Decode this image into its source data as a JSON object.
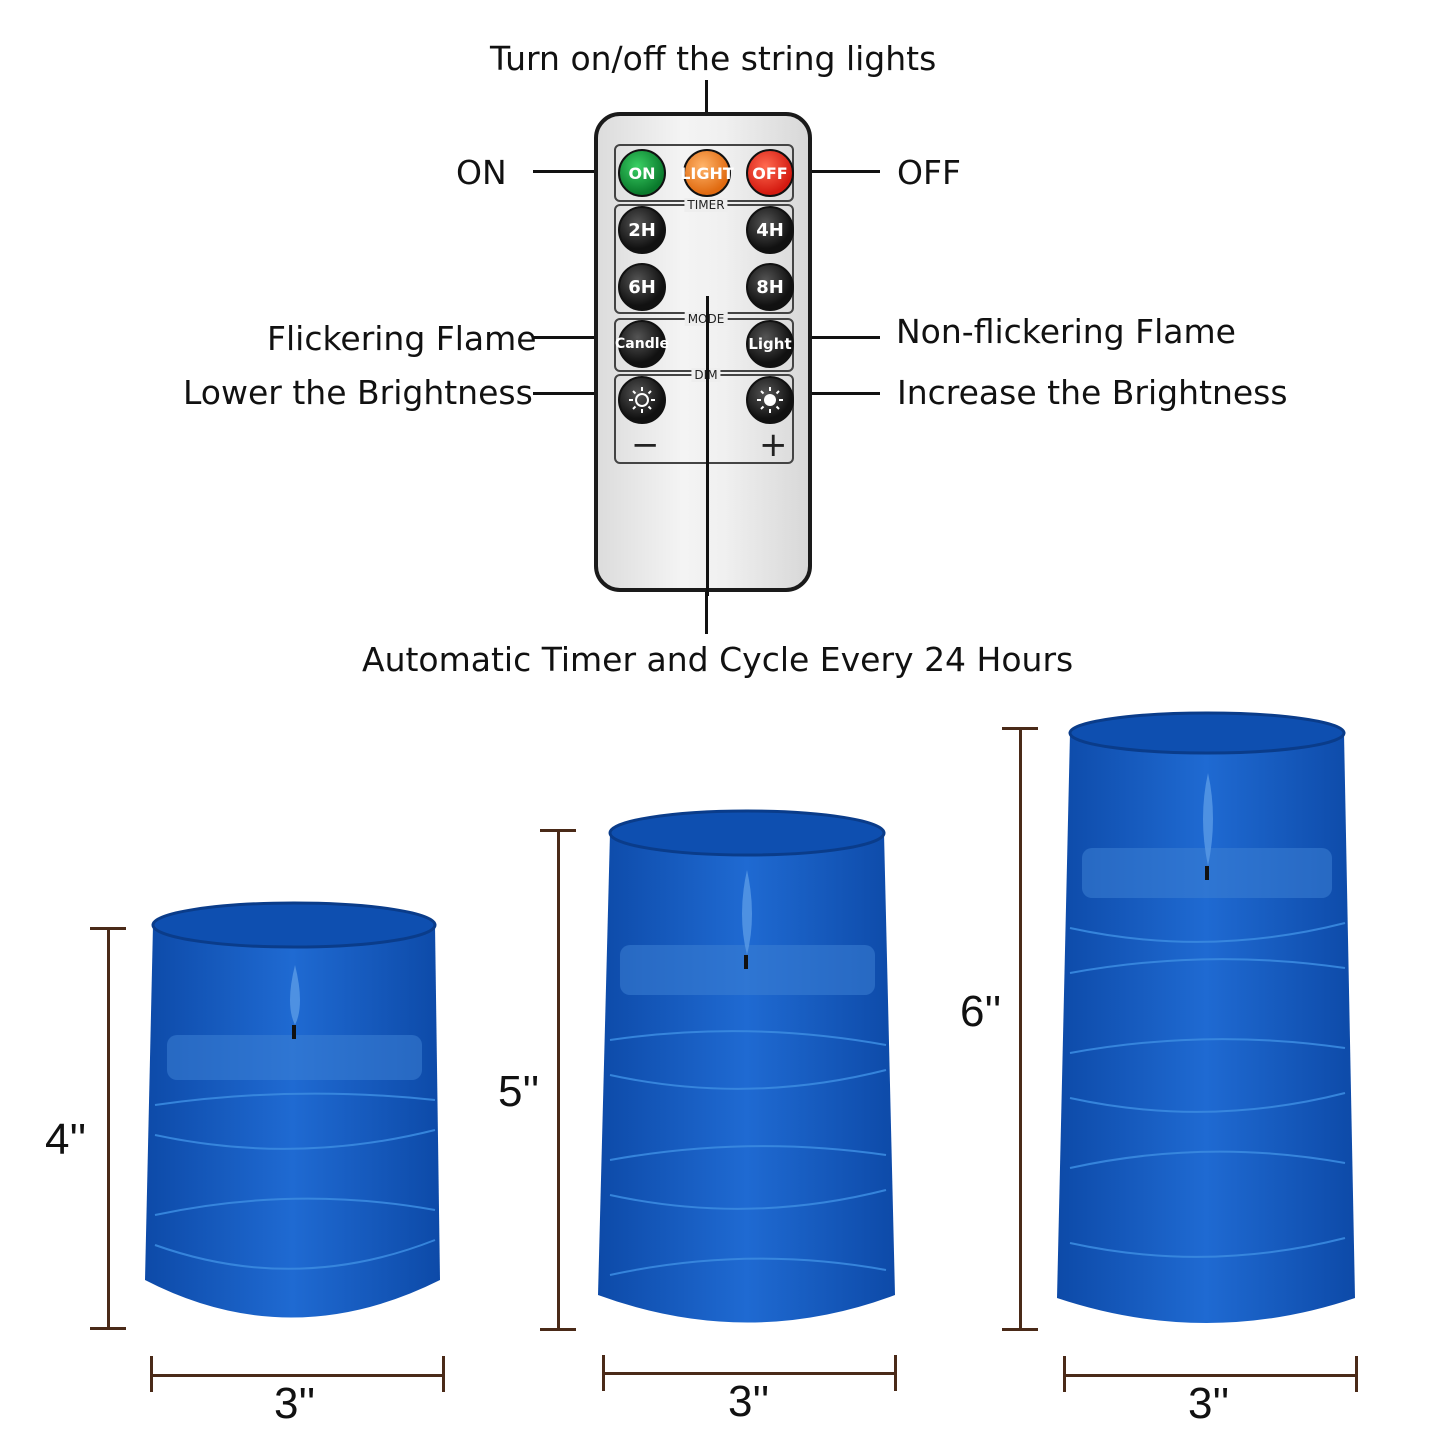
{
  "callouts": {
    "top": "Turn on/off the string lights",
    "on": "ON",
    "off": "OFF",
    "flicker": "Flickering Flame",
    "nonflicker": "Non-flickering Flame",
    "lower": "Lower the Brightness",
    "increase": "Increase the Brightness",
    "timer_cycle": "Automatic Timer and Cycle Every 24 Hours"
  },
  "remote": {
    "buttons": {
      "on": "ON",
      "light": "LIGHT",
      "off": "OFF",
      "h2": "2H",
      "h4": "4H",
      "h6": "6H",
      "h8": "8H",
      "candle": "Candle",
      "light_mode": "Light"
    },
    "groups": {
      "timer": "TIMER",
      "mode": "MODE",
      "dim": "DIM"
    },
    "minus": "−",
    "plus": "+"
  },
  "candles": {
    "small": {
      "height_label": "4''",
      "width_label": "3''"
    },
    "medium": {
      "height_label": "5''",
      "width_label": "3''"
    },
    "large": {
      "height_label": "6''",
      "width_label": "3''"
    }
  },
  "colors": {
    "glass": "#1560c8",
    "ruler": "#4a2a18",
    "on_button": "#0a7a2c",
    "light_button": "#e06a10",
    "off_button": "#d41a10"
  }
}
